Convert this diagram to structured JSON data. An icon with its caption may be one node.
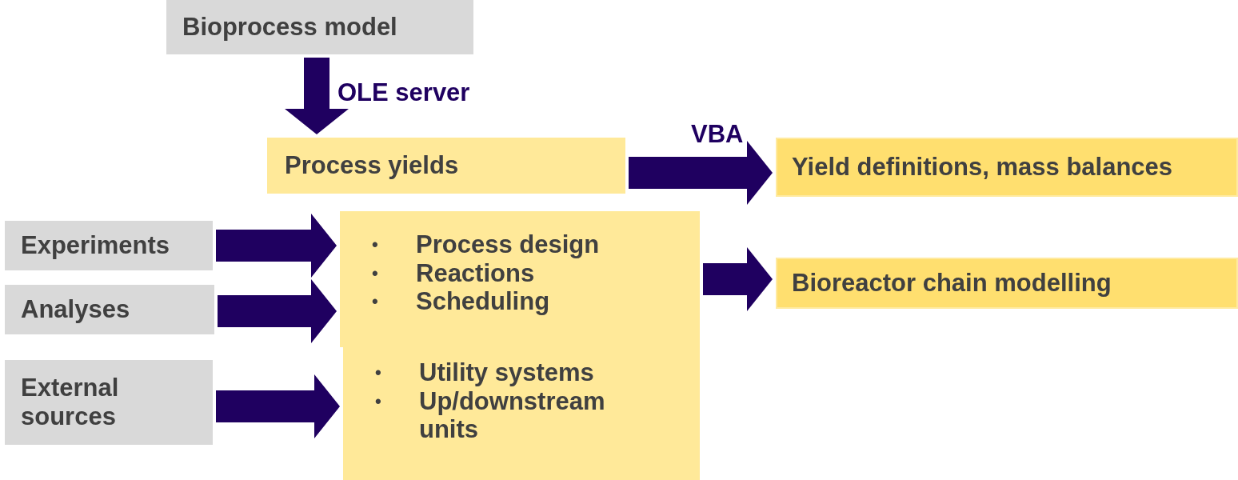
{
  "diagram": {
    "nodes": [
      {
        "text": [
          "Bioprocess model"
        ]
      },
      {
        "text": [
          "Process yields"
        ]
      },
      {
        "text": [
          "Yield definitions, mass balances"
        ]
      },
      {
        "text": [
          "Experiments"
        ]
      },
      {
        "text": [
          "Analyses"
        ]
      },
      {
        "text": [
          "External sources"
        ]
      },
      {
        "text": [
          "•",
          "Process design",
          "•",
          "Reactions",
          "•",
          "Scheduling"
        ]
      },
      {
        "text": [
          "•",
          "Utility systems",
          "•",
          "Up/downstream units"
        ]
      },
      {
        "text": [
          "Bioreactor chain modelling"
        ]
      }
    ],
    "edges": [
      {
        "from": 0,
        "to": 1,
        "arrow": "to",
        "label": "OLE server"
      },
      {
        "from": 1,
        "to": 2,
        "arrow": "to",
        "label": "VBA"
      },
      {
        "from": 3,
        "to": 6,
        "arrow": "to"
      },
      {
        "from": 4,
        "to": 6,
        "arrow": "to"
      },
      {
        "from": 5,
        "to": 7,
        "arrow": "to"
      },
      {
        "from": 6,
        "to": 8,
        "arrow": "to"
      }
    ]
  }
}
